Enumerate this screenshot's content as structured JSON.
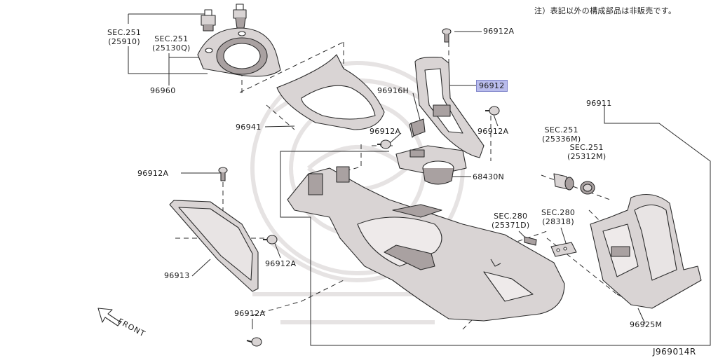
{
  "note": "注）表記以外の構成部品は非販売です。",
  "diagram_code": "J969014R",
  "front_label": "FRONT",
  "labels": {
    "sec251_25910": [
      "SEC.251",
      "(25910)"
    ],
    "sec251_25130q": [
      "SEC.251",
      "(25130Q)"
    ],
    "p96960": "96960",
    "p96941": "96941",
    "p96916h": "96916H",
    "p96912a_top": "96912A",
    "p96912_hl": "96912",
    "p96912a_right": "96912A",
    "p96912a_mid": "96912A",
    "p96911": "96911",
    "sec251_25336m": [
      "SEC.251",
      "(25336M)"
    ],
    "sec251_25312m": [
      "SEC.251",
      "(25312M)"
    ],
    "p68430n": "68430N",
    "p96912a_left": "96912A",
    "sec280_25371d": [
      "SEC.280",
      "(25371D)"
    ],
    "sec280_28318": [
      "SEC.280",
      "(28318)"
    ],
    "p96913": "96913",
    "p96912a_lower": "96912A",
    "p96912a_bottom": "96912A",
    "p96925m": "96925M"
  },
  "colors": {
    "line": "#2b2b2b",
    "part_fill": "#d9d4d4",
    "part_dark": "#a9a1a1",
    "highlight": "#b9bcec",
    "watermark": "#e6e2e2"
  }
}
